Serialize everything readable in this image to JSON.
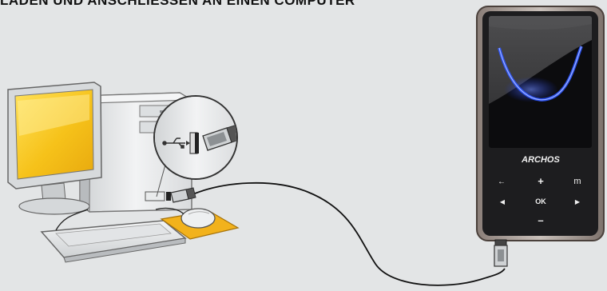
{
  "heading": "LADEN UND ANSCHLIESSEN AN EINEN COMPUTER",
  "device": {
    "brand": "ARCHOS",
    "buttons": {
      "back": "←",
      "plus": "+",
      "menu": "m",
      "left": "◀",
      "ok": "OK",
      "right": "▶",
      "minus": "–"
    }
  },
  "colors": {
    "background": "#e3e5e6",
    "monitor_screen": "#f6c21a",
    "mouse_pad": "#f2b21c",
    "device_accent": "#1b3bff"
  },
  "icons": {
    "usb": "usb-symbol"
  }
}
